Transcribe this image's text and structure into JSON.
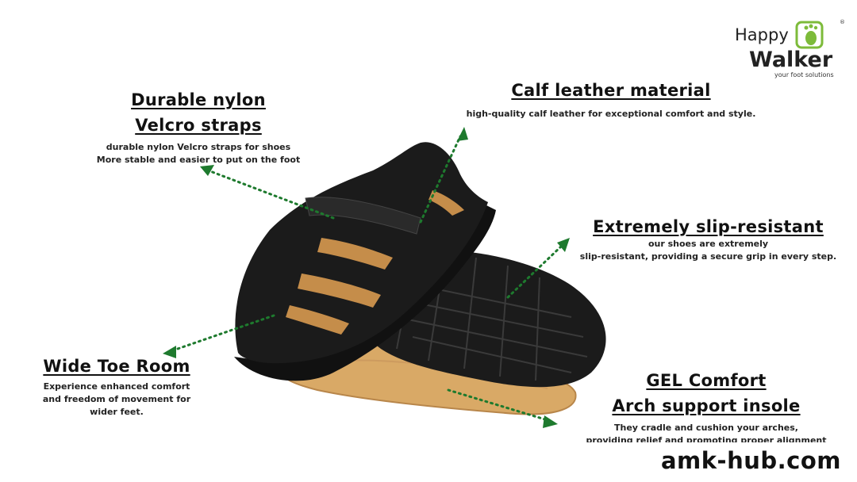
{
  "brand": {
    "name_top": "Happy",
    "name_bottom": "Walker",
    "tagline": "your foot solutions",
    "registered_mark": "®",
    "accent_color": "#7dbb3a"
  },
  "features": [
    {
      "title_line1": "Durable nylon",
      "title_line2": "Velcro straps",
      "desc_line1": "durable nylon Velcro straps  for shoes",
      "desc_line2": "More stable and easier to put on the foot"
    },
    {
      "title_line1": "Calf leather material",
      "desc_line1": "high-quality calf leather for exceptional comfort and style."
    },
    {
      "title_line1": "Extremely slip-resistant",
      "desc_line1": "our shoes are extremely",
      "desc_line2": "slip-resistant, providing a secure grip in every step."
    },
    {
      "title_line1": "Wide Toe Room",
      "desc_line1": "Experience enhanced comfort",
      "desc_line2": "and freedom of movement for",
      "desc_line3": "wider feet."
    },
    {
      "title_line1": "GEL Comfort",
      "title_line2": "Arch support insole",
      "desc_line1": "They cradle and cushion your arches,",
      "desc_line2": "providing relief and promoting proper alignment"
    }
  ],
  "watermark": "amk-hub.com",
  "colors": {
    "arrow": "#1e7a2e",
    "shoe": "#1b1b1b",
    "insole": "#d9a966"
  },
  "icons": {
    "logo_mark": "footprint-icon"
  }
}
